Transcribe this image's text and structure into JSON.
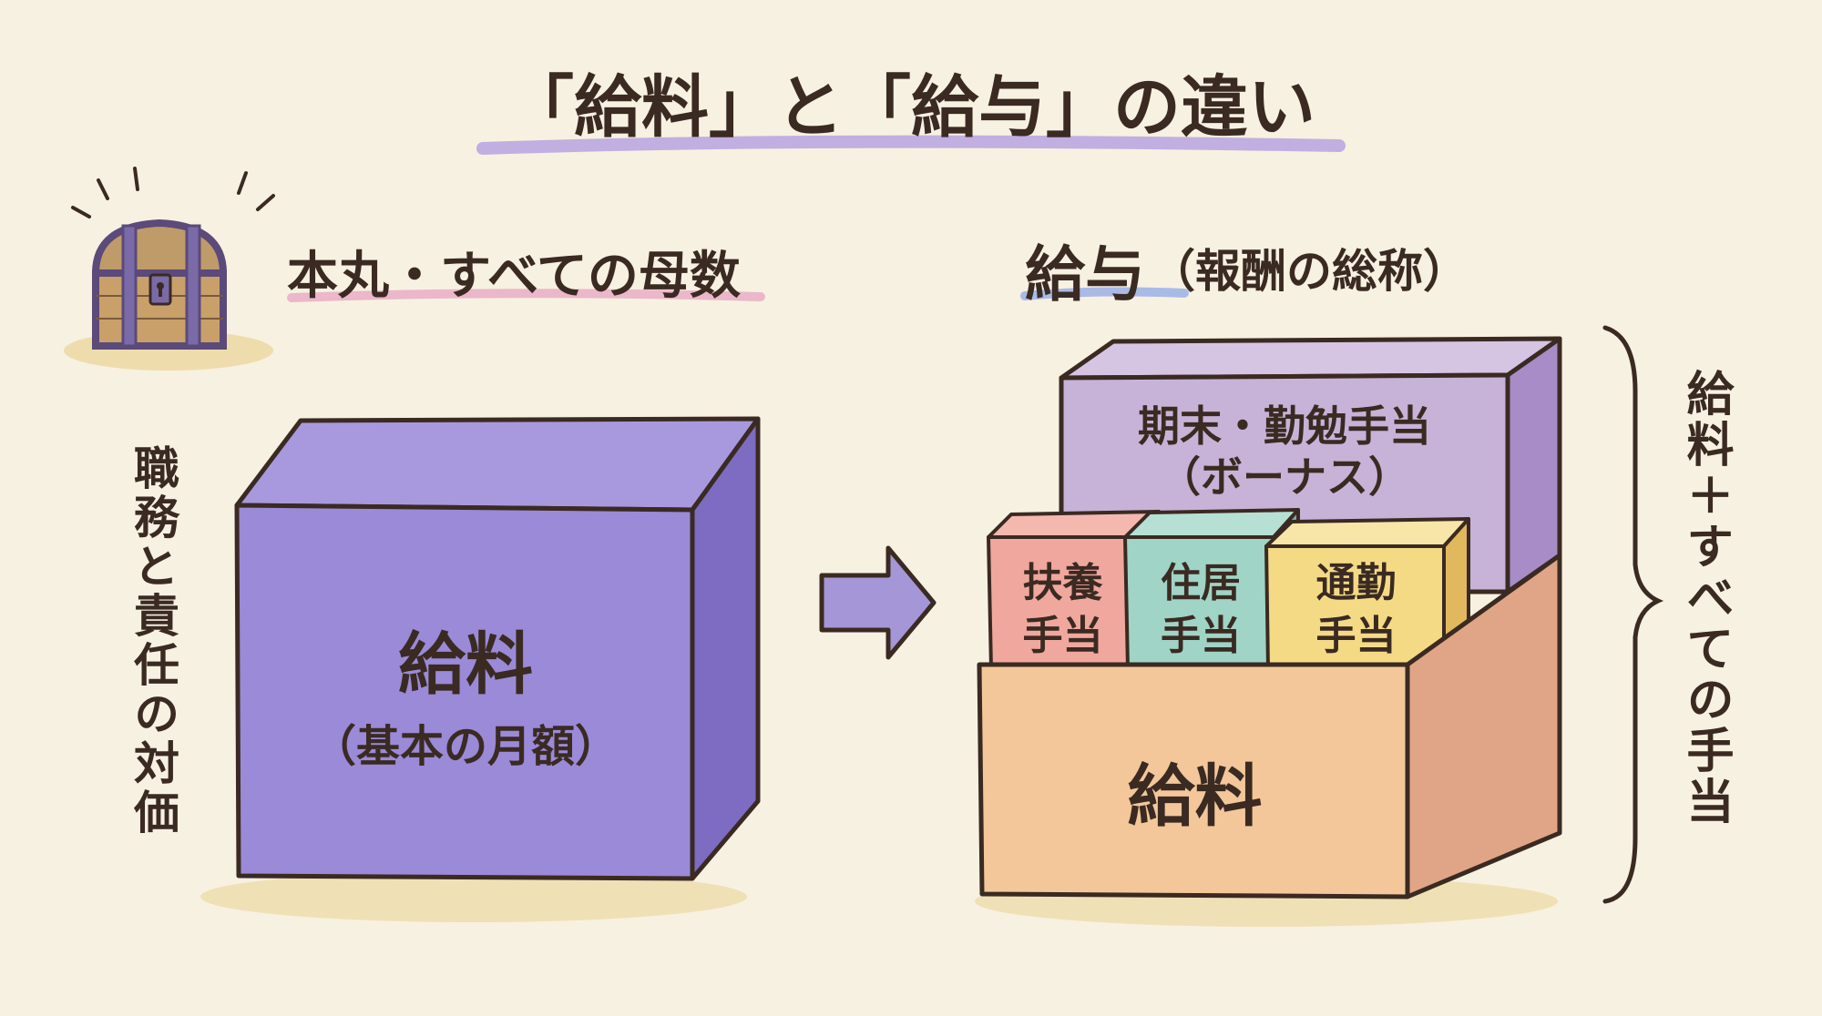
{
  "title": "「給料」と「給与」の違い",
  "left": {
    "heading": "本丸・すべての母数",
    "side_text": "職務と責任の対価",
    "box_title": "給料",
    "box_subtitle": "（基本の月額）"
  },
  "right": {
    "heading_main": "給与",
    "heading_sub": "（報酬の総称）",
    "bonus_line1": "期末・勤勉手当",
    "bonus_line2": "（ボーナス）",
    "allowances": [
      {
        "label": "扶養手当",
        "color": "#f0a79e"
      },
      {
        "label": "住居手当",
        "color": "#9fd4c6"
      },
      {
        "label": "通勤手当",
        "color": "#f5da86"
      }
    ],
    "base_label": "給料",
    "bracket_text": "給料＋すべての手当"
  },
  "colors": {
    "background": "#f7f1e1",
    "purple_cube": "#9a8ad8",
    "bonus_block": "#c7b3d8",
    "base_box": "#f3c79a",
    "title_underline": "#b7a3e0",
    "left_underline": "#e7a9c4",
    "right_underline": "#9bb0e6"
  },
  "icons": {
    "treasure_chest": "treasure-chest-icon",
    "arrow": "right-arrow-icon"
  }
}
